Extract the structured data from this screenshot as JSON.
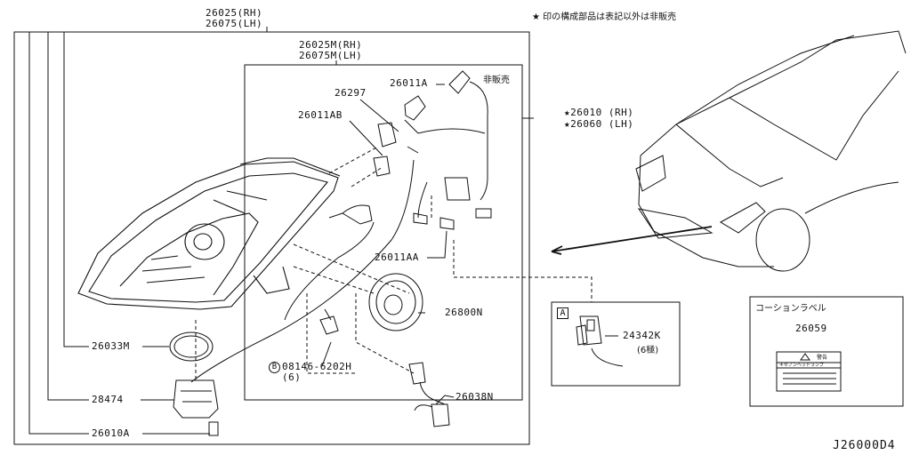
{
  "header_note": "★ 印の構成部品は表記以外は非販売",
  "diagram_id": "J26000D4",
  "parts": {
    "p26025_rh": "26025(RH)",
    "p26075_lh": "26075(LH)",
    "p26025m_rh": "26025M(RH)",
    "p26075m_lh": "26075M(LH)",
    "p26297": "26297",
    "p26011ab": "26011AB",
    "p26011a": "26011A",
    "hanbai": "非販売",
    "p26010_rh": "★26010 (RH)",
    "p26060_lh": "★26060 (LH)",
    "p26011aa": "26011AA",
    "p26800n": "26800N",
    "p26033m": "26033M",
    "p08146": "08146-6202H",
    "p08146_qty": "(6)",
    "p28474": "28474",
    "p26038n": "26038N",
    "p26010a": "26010A",
    "detail_a_tag": "A",
    "p24342k": "24342K",
    "p24342k_qty": "(6極)",
    "caution_title": "コーションラベル",
    "p26059": "26059",
    "caution_warn": "警告",
    "caution_sub": "キセノンヘッドランプ",
    "bolt_tag": "B"
  }
}
